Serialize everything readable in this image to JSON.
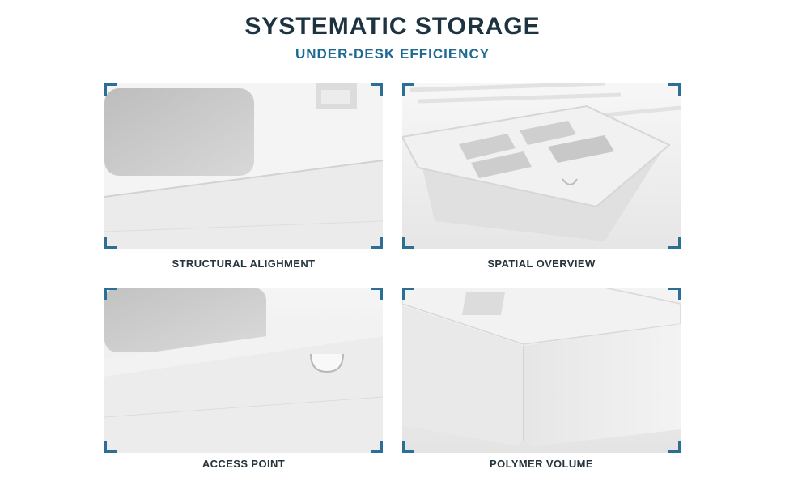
{
  "header": {
    "title": "SYSTEMATIC STORAGE",
    "subtitle": "UNDER-DESK EFFICIENCY"
  },
  "colors": {
    "title": "#1e3340",
    "subtitle": "#1f6a93",
    "corner_accent": "#2b6f97"
  },
  "panels": [
    {
      "caption": "STRUCTURAL ALIGHMENT"
    },
    {
      "caption": "SPATIAL OVERVIEW"
    },
    {
      "caption": "ACCESS POINT"
    },
    {
      "caption": "POLYMER VOLUME"
    }
  ]
}
